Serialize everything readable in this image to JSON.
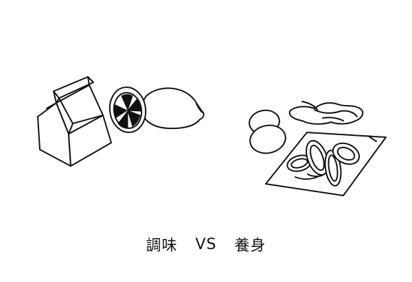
{
  "caption": {
    "left": "調味",
    "vs": "VS",
    "right": "養身"
  },
  "colors": {
    "ink": "#111111",
    "background": "#ffffff"
  },
  "icons": {
    "left_group": [
      "milk-carton-icon",
      "lemon-slice-icon",
      "lemon-icon"
    ],
    "right_group": [
      "egg-icon",
      "egg-icon",
      "ginseng-root-icon",
      "sliced-mushroom-tray-icon"
    ]
  }
}
